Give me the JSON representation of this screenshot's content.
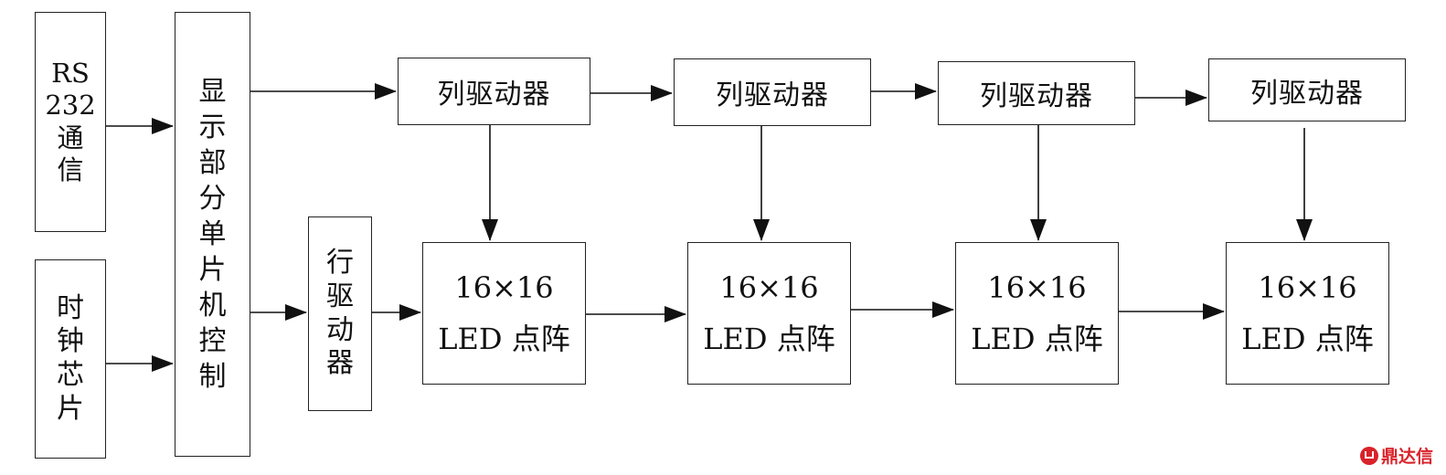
{
  "blocks": {
    "rs232": "RS\n232\n通\n信",
    "clock": "时\n钟\n芯\n片",
    "mcu": "显\n示\n部\n分\n单\n片\n机\n控\n制",
    "row_driver": "行\n驱\n动\n器",
    "col_driver_label": "列驱动器",
    "led_size": "16×16",
    "led_label": "LED 点阵"
  },
  "watermark": "鼎达信"
}
